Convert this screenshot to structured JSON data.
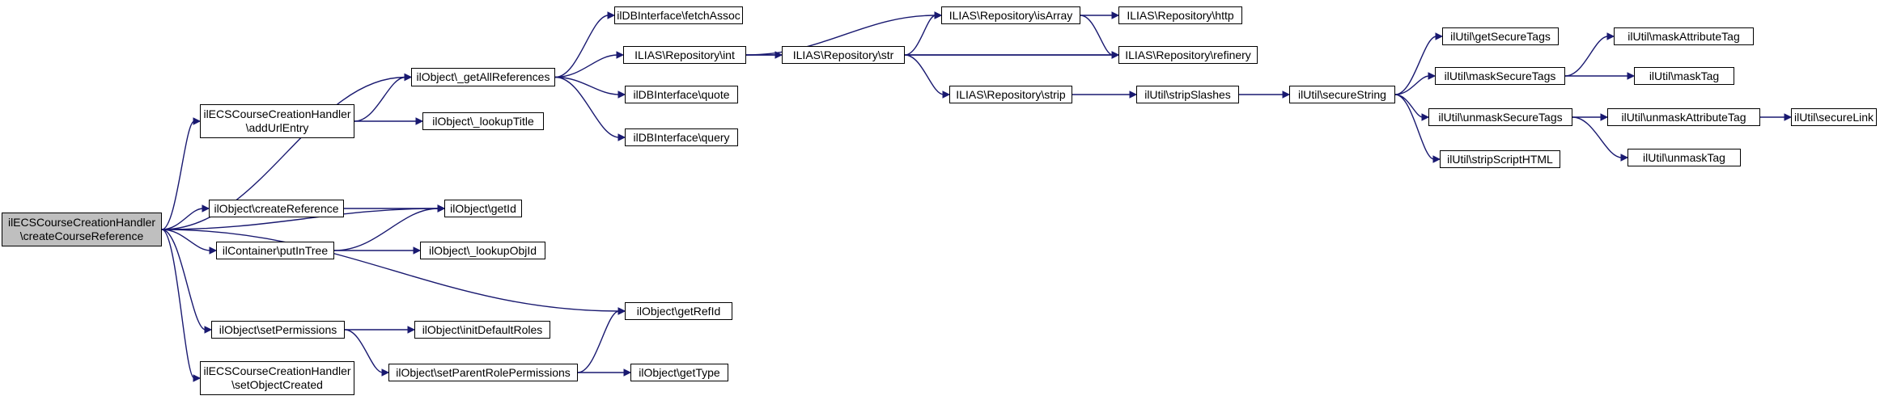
{
  "graph": {
    "edge_color": "#191970",
    "root_fill": "#bfbfbf",
    "nodes": {
      "root": {
        "lines": [
          "ilECSCourseCreationHandler",
          "\\createCourseReference"
        ]
      },
      "getAllReferences": {
        "lines": [
          "ilObject\\_getAllReferences"
        ]
      },
      "addUrlEntry": {
        "lines": [
          "ilECSCourseCreationHandler",
          "\\addUrlEntry"
        ]
      },
      "createReference": {
        "lines": [
          "ilObject\\createReference"
        ]
      },
      "putInTree": {
        "lines": [
          "ilContainer\\putInTree"
        ]
      },
      "setPermissions": {
        "lines": [
          "ilObject\\setPermissions"
        ]
      },
      "setObjectCreated": {
        "lines": [
          "ilECSCourseCreationHandler",
          "\\setObjectCreated"
        ]
      },
      "getId": {
        "lines": [
          "ilObject\\getId"
        ]
      },
      "getRefId": {
        "lines": [
          "ilObject\\getRefId"
        ]
      },
      "fetchAssoc": {
        "lines": [
          "ilDBInterface\\fetchAssoc"
        ]
      },
      "repoInt": {
        "lines": [
          "ILIAS\\Repository\\int"
        ]
      },
      "quote": {
        "lines": [
          "ilDBInterface\\quote"
        ]
      },
      "query": {
        "lines": [
          "ilDBInterface\\query"
        ]
      },
      "lookupTitle": {
        "lines": [
          "ilObject\\_lookupTitle"
        ]
      },
      "lookupObjId": {
        "lines": [
          "ilObject\\_lookupObjId"
        ]
      },
      "initDefaultRoles": {
        "lines": [
          "ilObject\\initDefaultRoles"
        ]
      },
      "setParentRolePermissions": {
        "lines": [
          "ilObject\\setParentRolePermissions"
        ]
      },
      "getType": {
        "lines": [
          "ilObject\\getType"
        ]
      },
      "isArray": {
        "lines": [
          "ILIAS\\Repository\\isArray"
        ]
      },
      "repoStr": {
        "lines": [
          "ILIAS\\Repository\\str"
        ]
      },
      "repoStrip": {
        "lines": [
          "ILIAS\\Repository\\strip"
        ]
      },
      "http": {
        "lines": [
          "ILIAS\\Repository\\http"
        ]
      },
      "refinery": {
        "lines": [
          "ILIAS\\Repository\\refinery"
        ]
      },
      "stripSlashes": {
        "lines": [
          "ilUtil\\stripSlashes"
        ]
      },
      "secureString": {
        "lines": [
          "ilUtil\\secureString"
        ]
      },
      "getSecureTags": {
        "lines": [
          "ilUtil\\getSecureTags"
        ]
      },
      "maskSecureTags": {
        "lines": [
          "ilUtil\\maskSecureTags"
        ]
      },
      "unmaskSecureTags": {
        "lines": [
          "ilUtil\\unmaskSecureTags"
        ]
      },
      "stripScriptHTML": {
        "lines": [
          "ilUtil\\stripScriptHTML"
        ]
      },
      "maskAttributeTag": {
        "lines": [
          "ilUtil\\maskAttributeTag"
        ]
      },
      "maskTag": {
        "lines": [
          "ilUtil\\maskTag"
        ]
      },
      "unmaskAttributeTag": {
        "lines": [
          "ilUtil\\unmaskAttributeTag"
        ]
      },
      "unmaskTag": {
        "lines": [
          "ilUtil\\unmaskTag"
        ]
      },
      "secureLink": {
        "lines": [
          "ilUtil\\secureLink"
        ]
      }
    },
    "edges": [
      [
        "root",
        "getAllReferences"
      ],
      [
        "root",
        "addUrlEntry"
      ],
      [
        "root",
        "getId"
      ],
      [
        "root",
        "createReference"
      ],
      [
        "root",
        "putInTree"
      ],
      [
        "root",
        "getRefId"
      ],
      [
        "root",
        "setPermissions"
      ],
      [
        "root",
        "setObjectCreated"
      ],
      [
        "addUrlEntry",
        "getAllReferences"
      ],
      [
        "addUrlEntry",
        "lookupTitle"
      ],
      [
        "createReference",
        "getId"
      ],
      [
        "putInTree",
        "getId"
      ],
      [
        "putInTree",
        "lookupObjId"
      ],
      [
        "setPermissions",
        "initDefaultRoles"
      ],
      [
        "setPermissions",
        "setParentRolePermissions"
      ],
      [
        "setParentRolePermissions",
        "getRefId"
      ],
      [
        "setParentRolePermissions",
        "getType"
      ],
      [
        "getAllReferences",
        "fetchAssoc"
      ],
      [
        "getAllReferences",
        "repoInt"
      ],
      [
        "getAllReferences",
        "quote"
      ],
      [
        "getAllReferences",
        "query"
      ],
      [
        "repoInt",
        "isArray"
      ],
      [
        "repoInt",
        "repoStr"
      ],
      [
        "repoInt",
        "refinery"
      ],
      [
        "repoStr",
        "isArray"
      ],
      [
        "repoStr",
        "refinery"
      ],
      [
        "repoStr",
        "repoStrip"
      ],
      [
        "isArray",
        "http"
      ],
      [
        "isArray",
        "refinery"
      ],
      [
        "repoStrip",
        "stripSlashes"
      ],
      [
        "stripSlashes",
        "secureString"
      ],
      [
        "secureString",
        "getSecureTags"
      ],
      [
        "secureString",
        "maskSecureTags"
      ],
      [
        "secureString",
        "unmaskSecureTags"
      ],
      [
        "secureString",
        "stripScriptHTML"
      ],
      [
        "maskSecureTags",
        "maskAttributeTag"
      ],
      [
        "maskSecureTags",
        "maskTag"
      ],
      [
        "unmaskSecureTags",
        "unmaskAttributeTag"
      ],
      [
        "unmaskSecureTags",
        "unmaskTag"
      ],
      [
        "unmaskAttributeTag",
        "secureLink"
      ]
    ]
  }
}
